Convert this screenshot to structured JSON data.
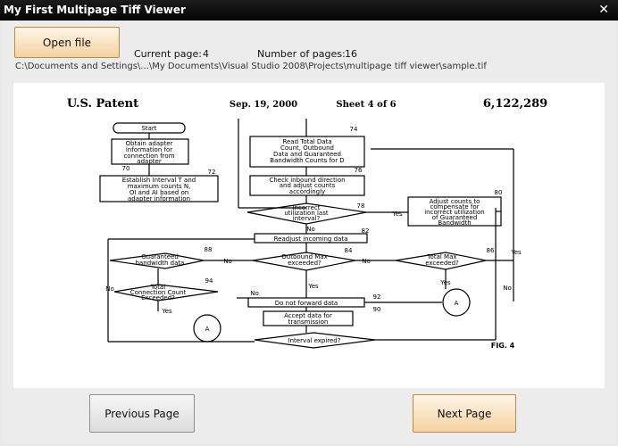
{
  "window": {
    "title": "My First Multipage Tiff Viewer",
    "close_glyph": "✕"
  },
  "toolbar": {
    "open_label": "Open file"
  },
  "status": {
    "current_page_label": "Current page:",
    "current_page": "4",
    "num_pages_label": "Number of pages:",
    "num_pages": "16",
    "file_path": "C:\\Documents and Settings\\...\\My Documents\\Visual Studio 2008\\Projects\\multipage tiff viewer\\sample.tif"
  },
  "navigation": {
    "prev_label": "Previous Page",
    "next_label": "Next Page"
  },
  "document": {
    "header_left": "U.S. Patent",
    "header_date": "Sep. 19, 2000",
    "header_sheet": "Sheet 4 of 6",
    "header_number": "6,122,289",
    "figure": "FIG. 4",
    "nodes": {
      "start": "Start",
      "obtain": [
        "Obtain adapter",
        "information for",
        "connection from",
        "adapter"
      ],
      "establish": [
        "Establish Interval T and",
        "maximum counts N,",
        "OI and AI based on",
        "adapter information"
      ],
      "read": [
        "Read Total Data",
        "Count, Outbound",
        "Data and Guaranteed",
        "Bandwidth Counts for D"
      ],
      "check": [
        "Check inbound direction",
        "and adjust counts",
        "accordingly"
      ],
      "incorrect": [
        "Incorrect",
        "utilization last",
        "interval?"
      ],
      "adjust": [
        "Adjust counts to",
        "compensate for",
        "incorrect utilization",
        "of Guaranteed",
        "Bandwidth"
      ],
      "readjust": "Readjust incoming data",
      "guaranteed": [
        "Guaranteed",
        "bandwidth data"
      ],
      "outbound": [
        "Outbound Max",
        "exceeded?"
      ],
      "total": [
        "Total Max",
        "exceeded?"
      ],
      "total_conn": [
        "Total",
        "Connection Count",
        "Exceeded?"
      ],
      "do_not": "Do not forward data",
      "accept": [
        "Accept data for",
        "transmission"
      ],
      "interval": "Interval expired?",
      "connector_a": "A",
      "yes": "Yes",
      "no": "No",
      "refs": [
        "70",
        "72",
        "74",
        "76",
        "78",
        "80",
        "82",
        "84",
        "86",
        "88",
        "90",
        "92",
        "94"
      ]
    }
  }
}
